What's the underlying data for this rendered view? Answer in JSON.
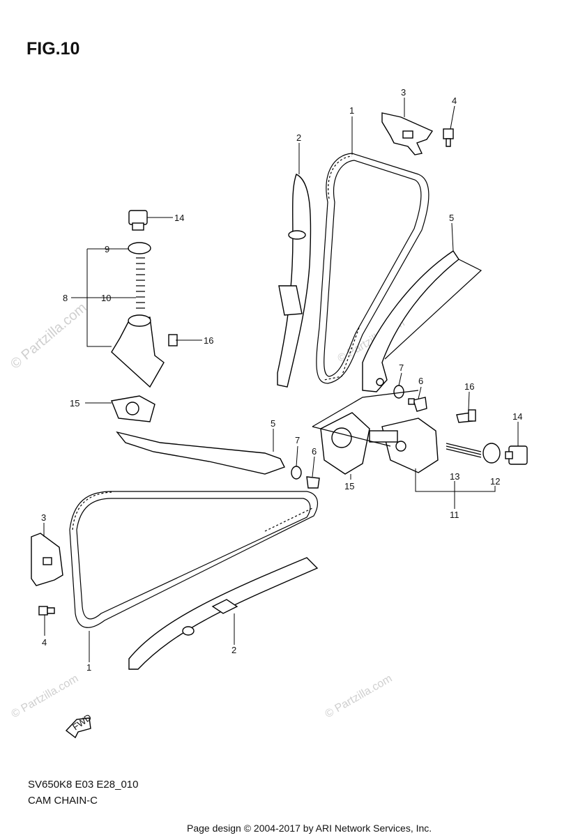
{
  "figure": {
    "title": "FIG.10",
    "code": "SV650K8 E03 E28_010",
    "name": "CAM CHAIN-C"
  },
  "footer": {
    "credit": "Page design © 2004-2017 by ARI Network Services, Inc."
  },
  "watermark": {
    "text": "© Partzilla.com"
  },
  "fwd_label": "FWD",
  "callouts": {
    "c1a": "1",
    "c1b": "1",
    "c2a": "2",
    "c2b": "2",
    "c3a": "3",
    "c3b": "3",
    "c4a": "4",
    "c4b": "4",
    "c5a": "5",
    "c5b": "5",
    "c6a": "6",
    "c6b": "6",
    "c7a": "7",
    "c7b": "7",
    "c8": "8",
    "c9": "9",
    "c10": "10",
    "c11": "11",
    "c12": "12",
    "c13": "13",
    "c14a": "14",
    "c14b": "14",
    "c15a": "15",
    "c15b": "15",
    "c16a": "16",
    "c16b": "16"
  },
  "colors": {
    "ink": "#000000",
    "watermark": "#cfcfcf",
    "background": "#ffffff"
  }
}
